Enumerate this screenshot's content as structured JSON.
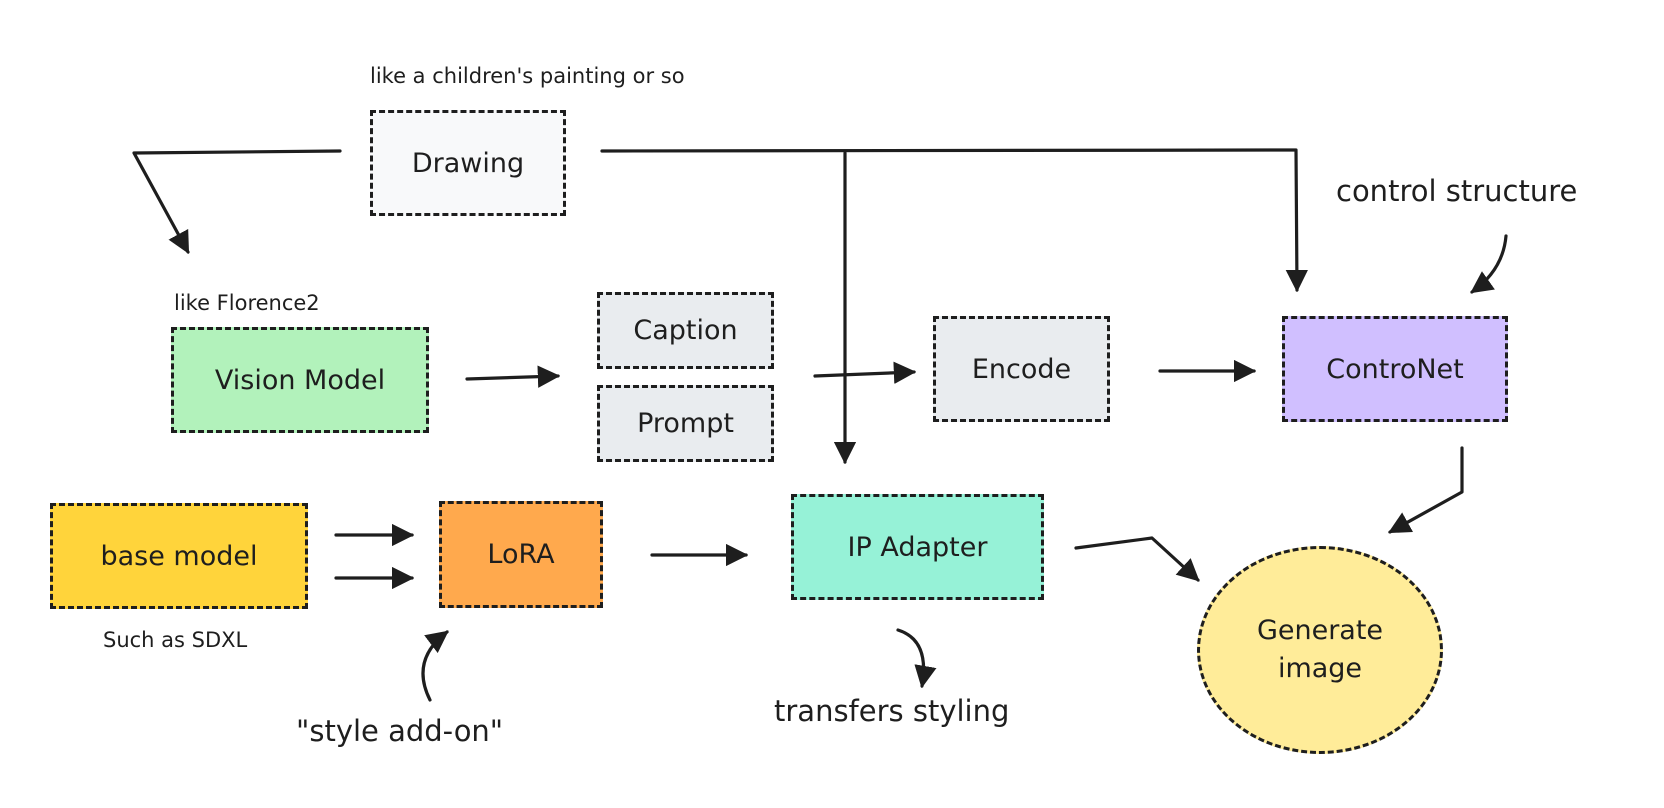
{
  "nodes": {
    "drawing": {
      "label": "Drawing",
      "fill": "#f8f9fa"
    },
    "vision_model": {
      "label": "Vision Model",
      "fill": "#b2f2bb"
    },
    "caption": {
      "label": "Caption",
      "fill": "#e9ecef"
    },
    "prompt": {
      "label": "Prompt",
      "fill": "#e9ecef"
    },
    "encode": {
      "label": "Encode",
      "fill": "#e9ecef"
    },
    "controlnet": {
      "label": "ControNet",
      "fill": "#d0bfff"
    },
    "base_model": {
      "label": "base model",
      "fill": "#ffd43b"
    },
    "lora": {
      "label": "LoRA",
      "fill": "#ffa94d"
    },
    "ip_adapter": {
      "label": "IP Adapter",
      "fill": "#96f2d7"
    },
    "generate": {
      "label": "Generate image",
      "fill": "#ffec99"
    }
  },
  "notes": {
    "drawing_note": "like a children's painting or so",
    "vision_note": "like Florence2",
    "control_note": "control structure",
    "base_note": "Such as SDXL",
    "lora_note": "\"style add-on\"",
    "ip_note": "transfers styling"
  }
}
